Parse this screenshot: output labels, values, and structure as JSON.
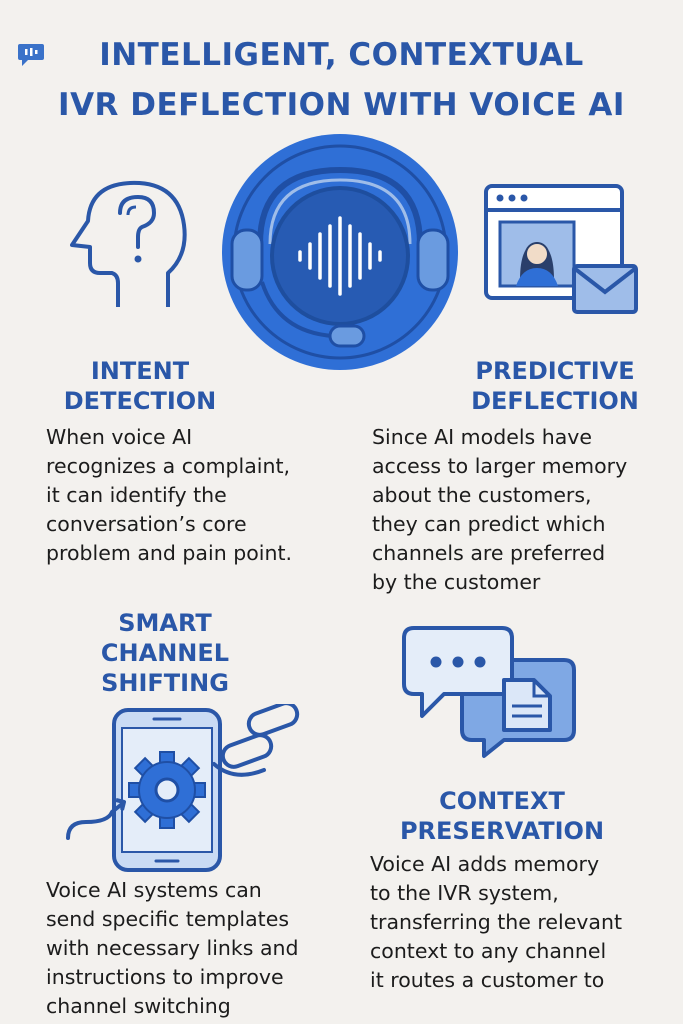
{
  "header": {
    "logo_icon": "chat-bubble-icon",
    "title_line1": "INTELLIGENT, CONTEXTUAL",
    "title_line2": "IVR DEFLECTION WITH VOICE AI"
  },
  "center": {
    "icon": "headset-voice-wave-icon"
  },
  "sections": {
    "intent": {
      "icon": "head-question-icon",
      "heading": [
        "INTENT",
        "DETECTION"
      ],
      "body": [
        "When voice AI",
        "recognizes a complaint,",
        "it can identify the",
        "conversation’s core",
        "problem and pain point."
      ]
    },
    "predictive": {
      "icon": "browser-profile-mail-icon",
      "heading": [
        "PREDICTIVE",
        "DEFLECTION"
      ],
      "body": [
        "Since AI models have",
        "access to larger memory",
        "about the customers,",
        "they can predict which",
        "channels are preferred",
        "by the customer"
      ]
    },
    "smart": {
      "icon": "phone-gear-icon",
      "heading": [
        "SMART",
        "CHANNEL",
        "SHIFTING"
      ],
      "body": [
        "Voice AI systems can",
        "send specific templates",
        "with necessary links and",
        "instructions to improve",
        "channel switching"
      ]
    },
    "context": {
      "icon": "chat-document-icon",
      "heading": [
        "CONTEXT",
        "PRESERVATION"
      ],
      "body": [
        "Voice AI adds memory",
        "to the IVR system,",
        "transferring the relevant",
        "context to any channel",
        "it routes a customer to"
      ]
    }
  },
  "colors": {
    "accent": "#2a57a8",
    "primary_blue": "#2f6fd6",
    "light_blue": "#9fbde9",
    "background": "#f3f1ee"
  }
}
